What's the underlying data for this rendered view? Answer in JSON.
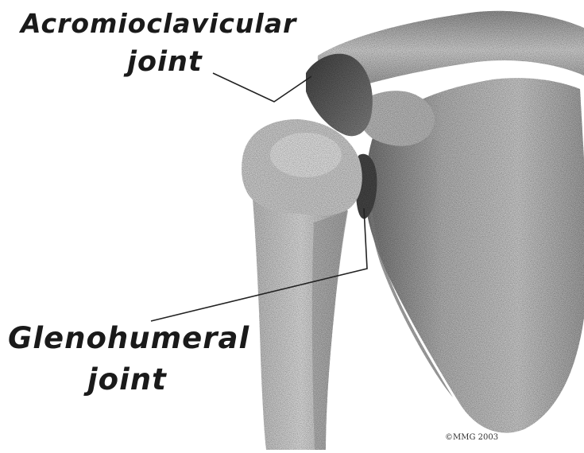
{
  "labels": {
    "acromioclavicular_line1": "Acromioclavicular",
    "acromioclavicular_line2": "joint",
    "glenohumeral_line1": "Glenohumeral",
    "glenohumeral_line2": "joint",
    "copyright": "©MMG 2003"
  }
}
